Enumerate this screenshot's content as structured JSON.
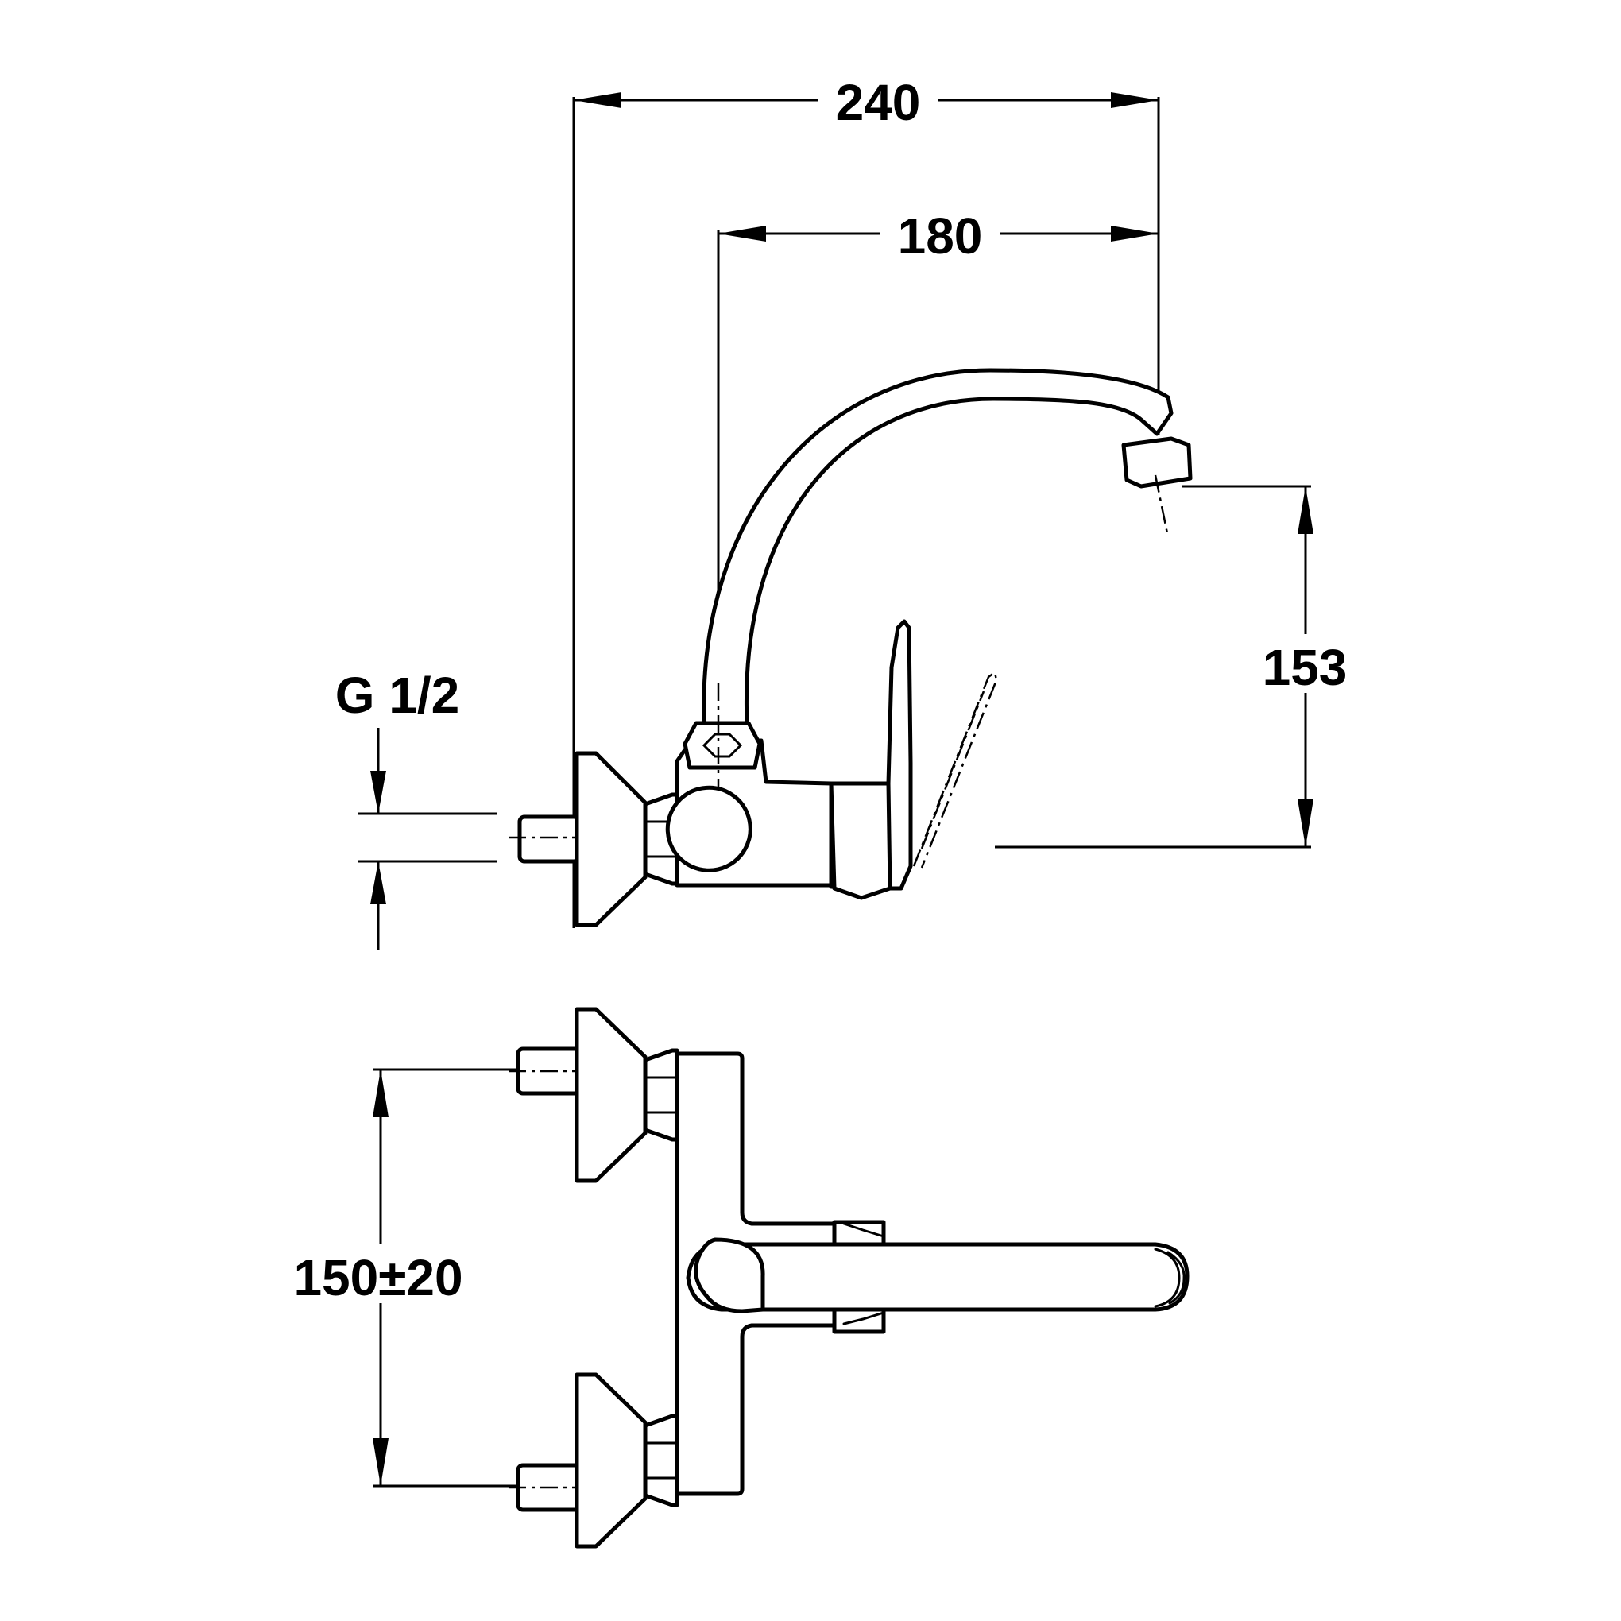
{
  "dimensions": {
    "overall_reach": "240",
    "spout_reach": "180",
    "spout_height": "153",
    "thread": "G 1/2",
    "inlet_spacing": "150±20"
  },
  "colors": {
    "line": "#000000",
    "background": "#ffffff"
  }
}
